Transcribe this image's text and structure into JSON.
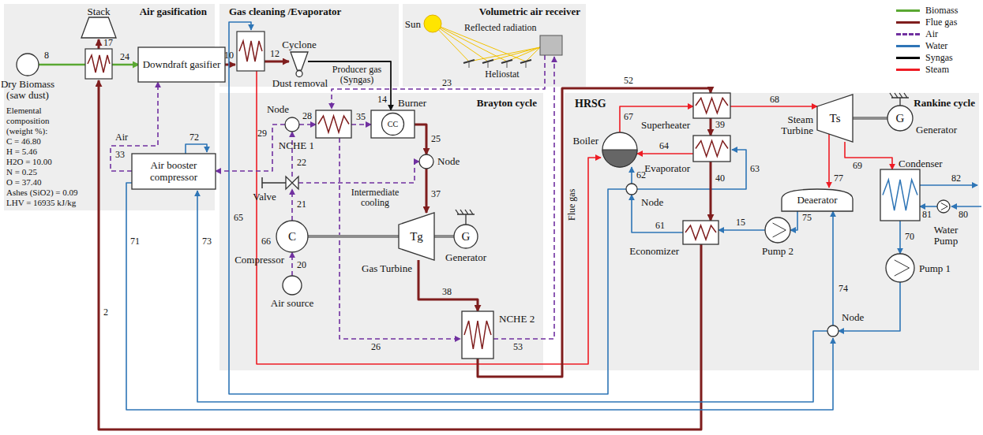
{
  "diagram": {
    "nodes": [
      {
        "text": [
          "Air gasification"
        ]
      },
      {
        "text": [
          "Gas cleaning /Evaporator"
        ]
      },
      {
        "text": [
          "Volumetric air receiver"
        ]
      },
      {
        "text": [
          "Brayton cycle"
        ]
      },
      {
        "text": [
          "Rankine cycle"
        ]
      },
      {
        "text": [
          "Stack"
        ],
        "in": 0
      },
      {
        "text": [
          "Dry Biomass (saw dust)"
        ],
        "in": 0
      },
      {
        "text": [
          "Downdraft gasifier"
        ],
        "in": 0
      },
      {
        "text": [
          "Air booster compressor"
        ],
        "in": 0
      },
      {
        "text": [
          "Cyclone",
          "Dust removal"
        ],
        "in": 1
      },
      {
        "text": [
          "Sun"
        ],
        "in": 2
      },
      {
        "text": [
          "Burner",
          "CC"
        ],
        "in": 3
      },
      {
        "text": [
          "NCHE 1"
        ],
        "in": 3
      },
      {
        "text": [
          "Node"
        ],
        "in": 3
      },
      {
        "text": [
          "Valve"
        ],
        "in": 3
      },
      {
        "text": [
          "C",
          "Compressor"
        ],
        "in": 3
      },
      {
        "text": [
          "Air source"
        ],
        "in": 3
      },
      {
        "text": [
          "Node"
        ],
        "in": 3
      },
      {
        "text": [
          "Tg",
          "Gas Turbine"
        ],
        "in": 3
      },
      {
        "text": [
          "G",
          "Generator"
        ],
        "in": 3
      },
      {
        "text": [
          "NCHE 2"
        ],
        "in": 3
      },
      {
        "text": [
          "Superheater"
        ],
        "in": 4
      },
      {
        "text": [
          "Evaporator"
        ],
        "in": 4
      },
      {
        "text": [
          "Boiler"
        ],
        "in": 4
      },
      {
        "text": [
          "Economizer"
        ],
        "in": 4
      },
      {
        "text": [
          "Node"
        ],
        "in": 4
      },
      {
        "text": [
          "Ts",
          "Steam Turbine"
        ],
        "in": 4
      },
      {
        "text": [
          "G",
          "Generator"
        ],
        "in": 4
      },
      {
        "text": [
          "Deaerator"
        ],
        "in": 4
      },
      {
        "text": [
          "Condenser"
        ],
        "in": 4
      },
      {
        "text": [
          "Water Pump"
        ],
        "in": 4
      },
      {
        "text": [
          "Pump 1"
        ],
        "in": 4
      },
      {
        "text": [
          "Pump 2"
        ],
        "in": 4
      },
      {
        "text": [
          "Node"
        ],
        "in": 4
      }
    ],
    "edges": [
      {
        "from": 8,
        "to": 7,
        "arrow": "to"
      },
      {
        "from": 9,
        "to": 11,
        "arrow": "to"
      },
      {
        "from": 12,
        "to": 11,
        "arrow": "to"
      },
      {
        "from": 11,
        "to": 17,
        "arrow": "to"
      },
      {
        "from": 17,
        "to": 18,
        "arrow": "to"
      },
      {
        "from": 13,
        "to": 12,
        "arrow": "to"
      },
      {
        "from": 14,
        "to": 13,
        "arrow": "to"
      },
      {
        "from": 15,
        "to": 14,
        "arrow": "to"
      },
      {
        "from": 16,
        "to": 15,
        "arrow": "to"
      },
      {
        "from": 14,
        "to": 17,
        "arrow": "to"
      },
      {
        "from": 13,
        "to": 8,
        "arrow": "to"
      },
      {
        "from": 18,
        "to": 20,
        "arrow": "to"
      },
      {
        "from": 20,
        "to": 21,
        "arrow": "to"
      },
      {
        "from": 21,
        "to": 22,
        "arrow": "to"
      },
      {
        "from": 22,
        "to": 24,
        "arrow": "to"
      },
      {
        "from": 22,
        "to": 23,
        "arrow": "to"
      },
      {
        "from": 23,
        "to": 21,
        "arrow": "to"
      },
      {
        "from": 24,
        "to": 25,
        "arrow": "to"
      },
      {
        "from": 25,
        "to": 23,
        "arrow": "to"
      },
      {
        "from": 26,
        "to": 29,
        "arrow": "to"
      },
      {
        "from": 21,
        "to": 26,
        "arrow": "to"
      },
      {
        "from": 29,
        "to": 31,
        "arrow": "to"
      },
      {
        "from": 30,
        "to": 29,
        "arrow": "to"
      },
      {
        "from": 28,
        "to": 32,
        "arrow": "to"
      },
      {
        "from": 32,
        "to": 24,
        "arrow": "to"
      },
      {
        "from": 31,
        "to": 33,
        "arrow": "to"
      },
      {
        "from": 33,
        "to": 28,
        "arrow": "to"
      },
      {
        "from": 15,
        "to": 18,
        "arrow": "none"
      },
      {
        "from": 18,
        "to": 19,
        "arrow": "none"
      },
      {
        "from": 26,
        "to": 27,
        "arrow": "none"
      }
    ],
    "labels": [
      "Air",
      "33",
      "8",
      "17",
      "24",
      "2",
      "72",
      "71",
      "73",
      "Elemental",
      "composition",
      "(weight %):",
      "C = 46.80",
      "H = 5.46",
      "H2O = 10.00",
      "N = 0.25",
      "O = 37.40",
      "Ashes (SiO2) = 0.09",
      "LHV = 16935 kJ/kg",
      "10",
      "12",
      "Producer gas (Syngas)",
      "14",
      "23",
      "Reflected radiation",
      "Heliostat",
      "29",
      "28",
      "35",
      "22",
      "25",
      "Intermediate cooling",
      "21",
      "20",
      "37",
      "38",
      "26",
      "53",
      "66",
      "65",
      "HRSG",
      "Flue gas",
      "52",
      "67",
      "64",
      "39",
      "40",
      "63",
      "62",
      "61",
      "15",
      "68",
      "77",
      "75",
      "69",
      "70",
      "82",
      "81",
      "80",
      "74"
    ],
    "legend": [
      {
        "text": "Biomass",
        "color": "#5aa832"
      },
      {
        "text": "Flue gas",
        "color": "#7f1d1d"
      },
      {
        "text": "Air",
        "color": "#7030a0"
      },
      {
        "text": "Water",
        "color": "#2e75b6"
      },
      {
        "text": "Syngas",
        "color": "#000000"
      },
      {
        "text": "Steam",
        "color": "#ee1c24"
      }
    ]
  }
}
